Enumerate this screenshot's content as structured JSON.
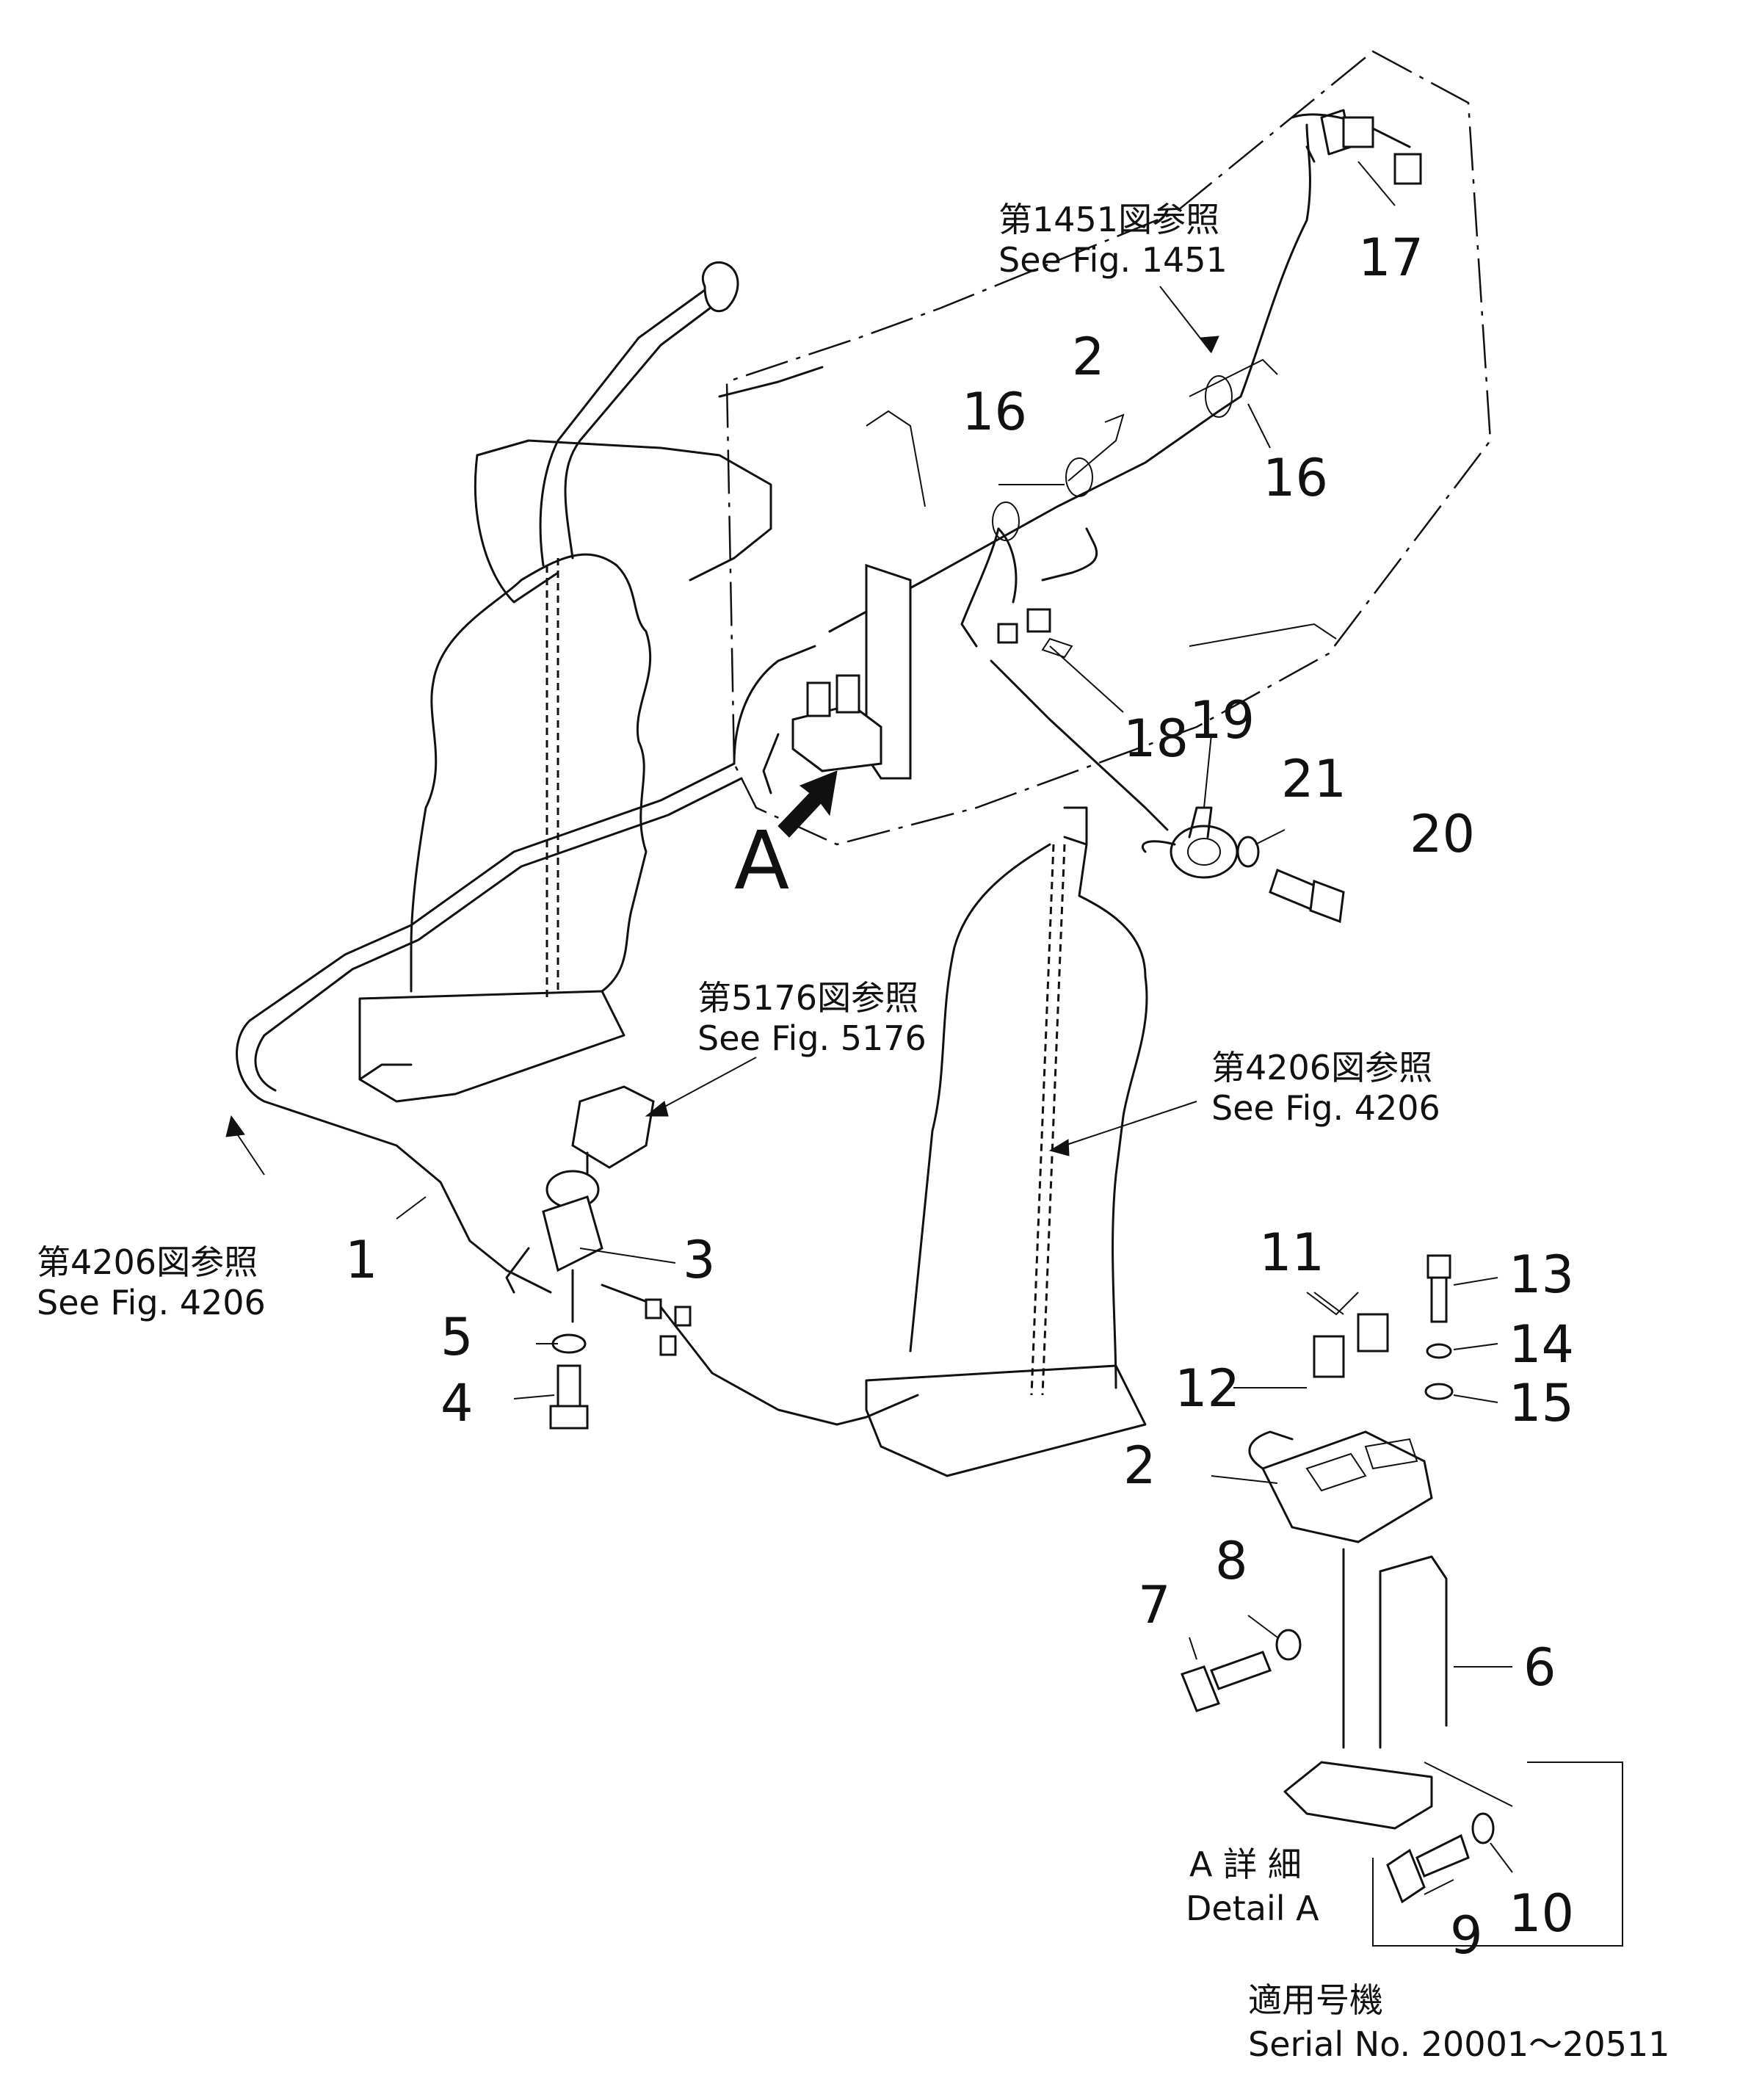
{
  "refs": {
    "r1451_jp": "第1451図参照",
    "r1451_en": "See  Fig. 1451",
    "r5176_jp": "第5176図参照",
    "r5176_en": "See  Fig. 5176",
    "r4206a_jp": "第4206図参照",
    "r4206a_en": "See  Fig. 4206",
    "r4206b_jp": "第4206図参照",
    "r4206b_en": "See  Fig. 4206"
  },
  "detail": {
    "jp": "A 詳 細",
    "en": "Detail  A",
    "marker": "A"
  },
  "serial": {
    "jp": "適用号機",
    "en": "Serial  No.  20001～20511"
  },
  "parts": {
    "p1": "1",
    "p2a": "2",
    "p2b": "2",
    "p3": "3",
    "p4": "4",
    "p5": "5",
    "p6": "6",
    "p7": "7",
    "p8": "8",
    "p9": "9",
    "p10": "10",
    "p11": "11",
    "p12": "12",
    "p13": "13",
    "p14": "14",
    "p15": "15",
    "p16a": "16",
    "p16b": "16",
    "p17": "17",
    "p18": "18",
    "p19": "19",
    "p20": "20",
    "p21": "21"
  }
}
